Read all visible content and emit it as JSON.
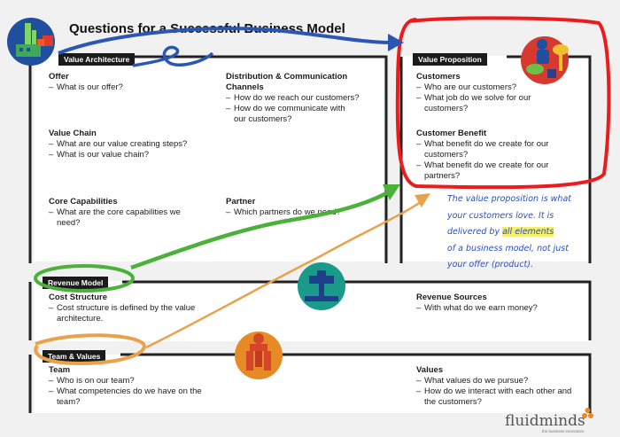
{
  "title": "Questions for a Successful Business Model",
  "value_architecture": {
    "label": "Value Architecture",
    "offer": {
      "heading": "Offer",
      "items": [
        "What is our offer?"
      ]
    },
    "distribution": {
      "heading_line1": "Distribution & Communication",
      "heading_line2": "Channels",
      "items": [
        "How do we reach our customers?",
        "How do we communicate with our customers?"
      ]
    },
    "value_chain": {
      "heading": "Value Chain",
      "items": [
        "What are our value creating steps?",
        "What is our value chain?"
      ]
    },
    "core_capabilities": {
      "heading": "Core Capabilities",
      "items": [
        "What are the core capabilities we need?"
      ]
    },
    "partner": {
      "heading": "Partner",
      "items": [
        "Which partners do we need?"
      ]
    }
  },
  "value_proposition": {
    "label": "Value Proposition",
    "customers": {
      "heading": "Customers",
      "items": [
        "Who are our customers?",
        "What job do we solve for our customers?"
      ]
    },
    "customer_benefit": {
      "heading": "Customer Benefit",
      "items": [
        "What benefit do we create for our customers?",
        "What benefit do we create for our partners?"
      ]
    },
    "note_lines": [
      "The value proposition is what",
      "your customers love. It is",
      "delivered by ",
      "all elements",
      "of a business model, not just",
      "your offer (product)."
    ]
  },
  "revenue_model": {
    "label": "Revenue Model",
    "cost_structure": {
      "heading": "Cost Structure",
      "items": [
        "Cost structure is defined by the value architecture."
      ]
    },
    "revenue_sources": {
      "heading": "Revenue Sources",
      "items": [
        "With what do we earn money?"
      ]
    }
  },
  "team_values": {
    "label": "Team & Values",
    "team": {
      "heading": "Team",
      "items": [
        "Who is on our team?",
        "What competencies do we have on the team?"
      ]
    },
    "values": {
      "heading": "Values",
      "items": [
        "What values do we pursue?",
        "How do we interact with each other and the customers?"
      ]
    }
  },
  "brand": {
    "name": "fluidminds",
    "tagline": "the business innovators"
  },
  "colors": {
    "blue_icon": "#1f4f9e",
    "red_icon": "#d63a2e",
    "teal_icon": "#1a9a8a",
    "orange_icon": "#e58a24",
    "blue_arrow": "#2b56b3",
    "green_arrow": "#4cb13b",
    "orange_arrow": "#e9a14a",
    "red_marker": "#ec1c1c"
  }
}
